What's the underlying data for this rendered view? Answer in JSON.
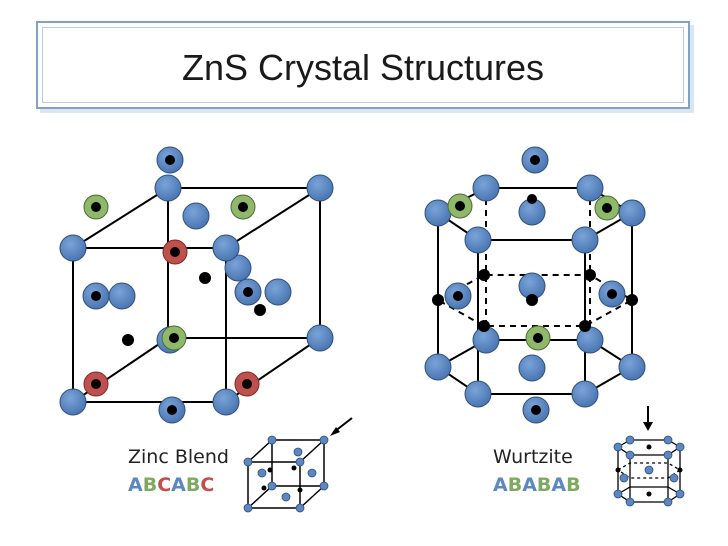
{
  "title": "ZnS Crystal Structures",
  "zinc_blend": {
    "label": "Zinc Blend",
    "sequence": [
      {
        "char": "A",
        "color": "#5b87c2"
      },
      {
        "char": "B",
        "color": "#7fa861"
      },
      {
        "char": "C",
        "color": "#c0504d"
      },
      {
        "char": "A",
        "color": "#5b87c2"
      },
      {
        "char": "B",
        "color": "#7fa861"
      },
      {
        "char": "C",
        "color": "#c0504d"
      }
    ]
  },
  "wurtzite": {
    "label": "Wurtzite",
    "sequence": [
      {
        "char": "A",
        "color": "#5b87c2"
      },
      {
        "char": "B",
        "color": "#7fa861"
      },
      {
        "char": "A",
        "color": "#5b87c2"
      },
      {
        "char": "B",
        "color": "#7fa861"
      },
      {
        "char": "A",
        "color": "#5b87c2"
      },
      {
        "char": "B",
        "color": "#7fa861"
      }
    ]
  },
  "colors": {
    "atom_blue": "#5b87c2",
    "atom_green": "#8fb86a",
    "atom_red": "#c0504d",
    "atom_dark": "#000000"
  }
}
